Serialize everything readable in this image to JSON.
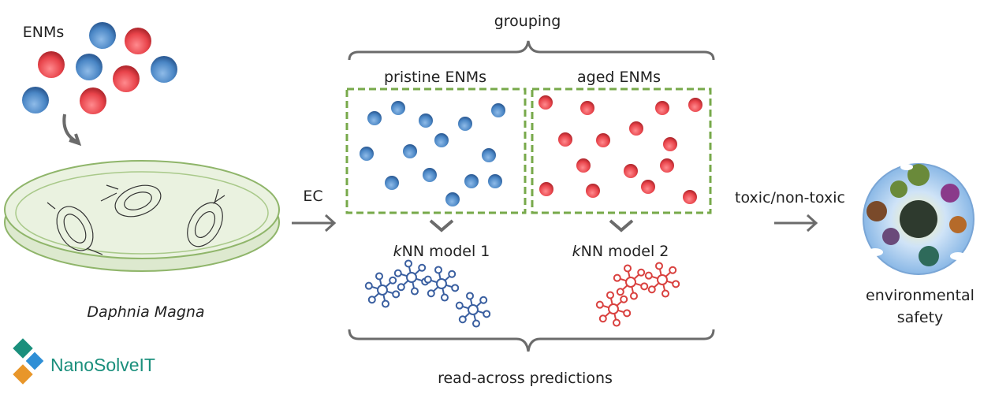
{
  "labels": {
    "enms": "ENMs",
    "grouping": "grouping",
    "pristine": "pristine ENMs",
    "aged": "aged ENMs",
    "ec": "EC",
    "knn1_k": "k",
    "knn1_rest": "NN model 1",
    "knn2_k": "k",
    "knn2_rest": "NN model 2",
    "organism": "Daphnia Magna",
    "read_across": "read-across predictions",
    "toxic": "toxic/non-toxic",
    "env1": "environmental",
    "env2": "safety",
    "logo": "NanoSolveIT"
  },
  "colors": {
    "blue": "#4a86c5",
    "red": "#e8434a",
    "green_dash": "#77a94a",
    "gray": "#6b6b6b",
    "net_blue": "#3a5fa0",
    "net_red": "#d9413f",
    "logo": "#1a8f7c"
  }
}
